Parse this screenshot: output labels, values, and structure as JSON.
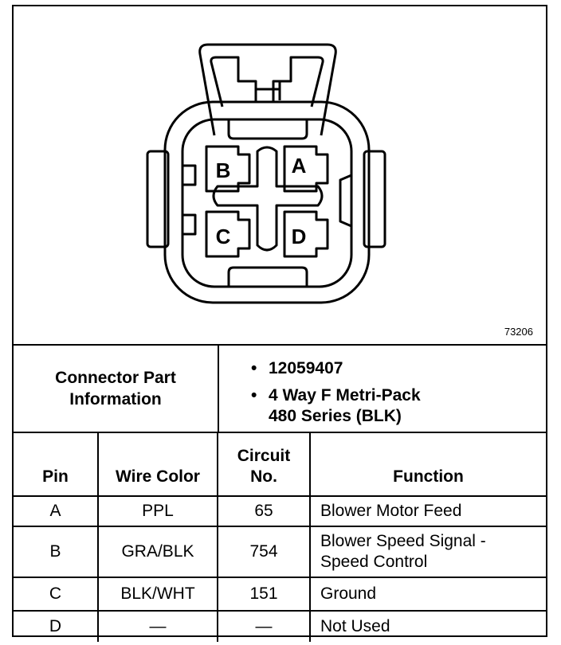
{
  "figure_number": "73206",
  "connector": {
    "pin_labels": [
      "A",
      "B",
      "C",
      "D"
    ]
  },
  "part_info": {
    "label": "Connector Part Information",
    "bullet_symbol": "•",
    "items": [
      "12059407",
      "4 Way F Metri-Pack\n480 Series (BLK)"
    ]
  },
  "table": {
    "headers": {
      "pin": "Pin",
      "wire_color": "Wire Color",
      "circuit": "Circuit\nNo.",
      "function": "Function"
    },
    "rows": [
      {
        "pin": "A",
        "wire_color": "PPL",
        "circuit": "65",
        "function": "Blower Motor Feed"
      },
      {
        "pin": "B",
        "wire_color": "GRA/BLK",
        "circuit": "754",
        "function": "Blower Speed Signal -\nSpeed Control"
      },
      {
        "pin": "C",
        "wire_color": "BLK/WHT",
        "circuit": "151",
        "function": "Ground"
      },
      {
        "pin": "D",
        "wire_color": "—",
        "circuit": "—",
        "function": "Not Used"
      }
    ]
  }
}
